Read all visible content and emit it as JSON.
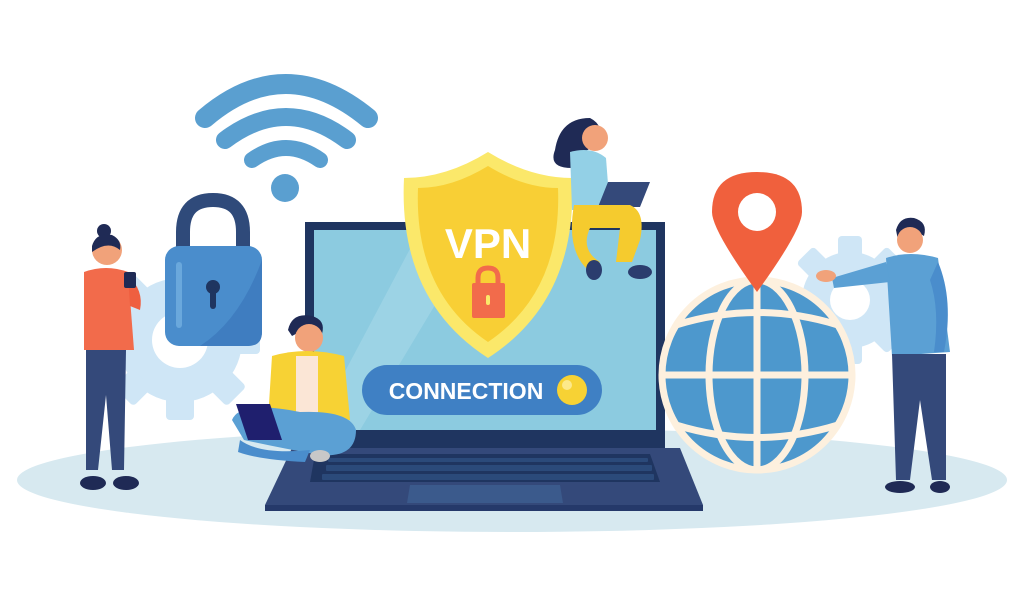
{
  "illustration": {
    "theme": "VPN connection concept",
    "shield": {
      "label": "VPN"
    },
    "connection_button": {
      "label": "CONNECTION",
      "status_indicator": "yellow-dot"
    },
    "elements": [
      "wifi-icon",
      "padlock-icon",
      "gear-icon",
      "laptop",
      "shield-icon",
      "globe-icon",
      "location-pin-icon"
    ],
    "people": [
      "woman-with-phone",
      "man-sitting-with-laptop",
      "woman-sitting-on-laptop",
      "man-presenting-globe"
    ]
  },
  "colors": {
    "background": "#ffffff",
    "floor": "#d7e9f0",
    "screen": "#8ccbe0",
    "laptop_frame": "#1f3560",
    "laptop_base": "#34497a",
    "shield_outer": "#fbe86a",
    "shield_inner": "#f8cf35",
    "lock_red": "#f26b4b",
    "button_blue": "#3f80c4",
    "wifi_blue": "#5a9fd0",
    "padlock_blue": "#4a8dcc",
    "globe_blue": "#4d98cd",
    "globe_lines": "#fdf0de",
    "pin_red": "#f0603d",
    "gear_light": "#cfe6f6"
  }
}
